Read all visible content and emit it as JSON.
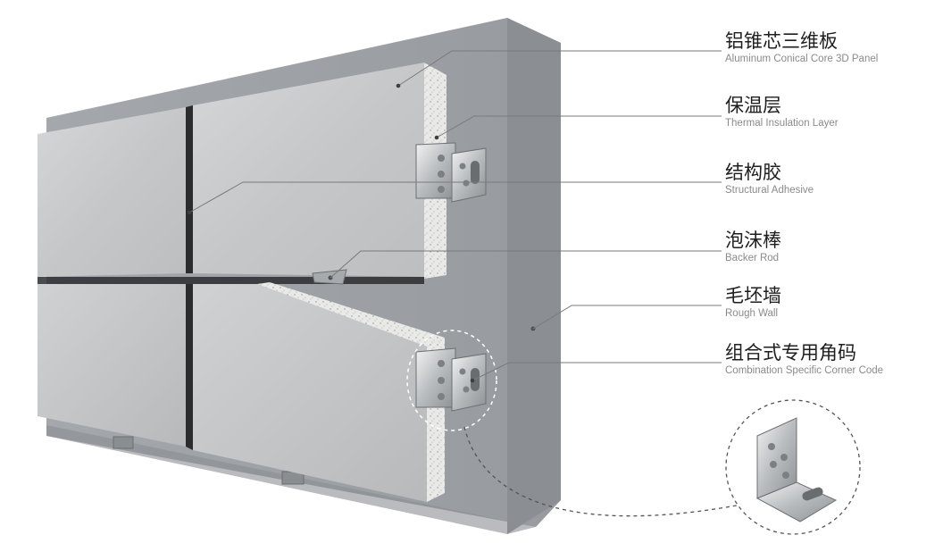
{
  "labels": [
    {
      "key": "panel",
      "zh": "铝锥芯三维板",
      "en": "Aluminum Conical Core 3D Panel"
    },
    {
      "key": "insulation",
      "zh": "保温层",
      "en": "Thermal Insulation Layer"
    },
    {
      "key": "adhesive",
      "zh": "结构胶",
      "en": "Structural Adhesive"
    },
    {
      "key": "backer-rod",
      "zh": "泡沫棒",
      "en": "Backer Rod"
    },
    {
      "key": "rough-wall",
      "zh": "毛坯墙",
      "en": "Rough Wall"
    },
    {
      "key": "corner-code",
      "zh": "组合式专用角码",
      "en": "Combination Specific Corner Code"
    }
  ],
  "colors": {
    "wall_front": "#9ea2a6",
    "wall_side": "#8d9196",
    "panel": "#c9cbcd",
    "insulation": "#e6e6e4",
    "leader": "#7a7a7a",
    "text_primary": "#1e1e1e",
    "text_secondary": "#8a8a8a"
  }
}
